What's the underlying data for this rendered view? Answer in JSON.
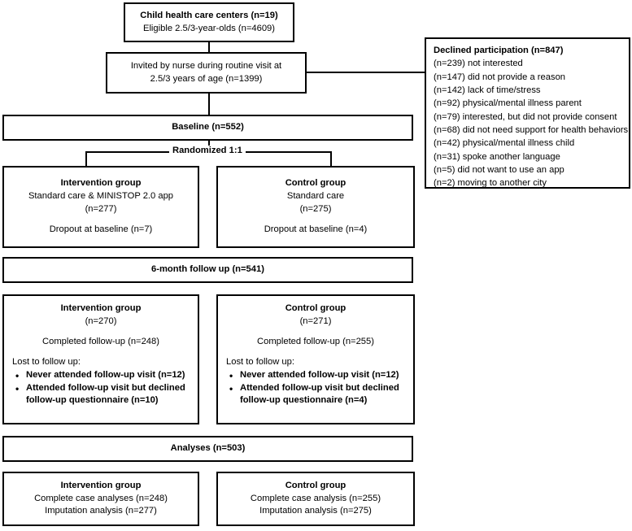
{
  "chart_data": {
    "type": "diagram",
    "title": "CONSORT participant flow diagram",
    "nodes": [
      {
        "id": "enrollment",
        "label": "Child health care centers (n=19) / Eligible 2.5/3-year-olds (n=4609)",
        "n": 4609
      },
      {
        "id": "invited",
        "label": "Invited by nurse during routine visit at 2.5/3 years of age (n=1399)",
        "n": 1399
      },
      {
        "id": "declined",
        "label": "Declined participation (n=847)",
        "n": 847
      },
      {
        "id": "baseline",
        "label": "Baseline (n=552)",
        "n": 552
      },
      {
        "id": "intervention_baseline",
        "label": "Intervention group (n=277)",
        "n": 277
      },
      {
        "id": "control_baseline",
        "label": "Control group (n=275)",
        "n": 275
      },
      {
        "id": "followup",
        "label": "6-month follow up (n=541)",
        "n": 541
      },
      {
        "id": "intervention_followup",
        "label": "Intervention group (n=270)",
        "n": 270
      },
      {
        "id": "control_followup",
        "label": "Control group (n=271)",
        "n": 271
      },
      {
        "id": "analyses",
        "label": "Analyses (n=503)",
        "n": 503
      },
      {
        "id": "intervention_analyses",
        "label": "Intervention group complete case analyses (n=248)",
        "n": 248
      },
      {
        "id": "control_analyses",
        "label": "Control group complete case analysis (n=255)",
        "n": 255
      }
    ]
  },
  "enrollment": {
    "line1": "Child health care centers (n=19)",
    "line2": "Eligible 2.5/3-year-olds (n=4609)"
  },
  "invited": {
    "line1": "Invited by nurse during routine visit at",
    "line2": "2.5/3 years of age (n=1399)"
  },
  "declined": {
    "title": "Declined participation (n=847)",
    "reasons": [
      "(n=239) not interested",
      "(n=147) did not provide a reason",
      "(n=142) lack of time/stress",
      "(n=92) physical/mental illness parent",
      "(n=79) interested, but did not provide consent",
      "(n=68) did not need support for health behaviors",
      "(n=42) physical/mental illness child",
      "(n=31) spoke another language",
      "(n=5) did not want to use an app",
      "(n=2) moving to another city"
    ]
  },
  "baseline": {
    "title": "Baseline (n=552)"
  },
  "randomized": {
    "label": "Randomized 1:1"
  },
  "intervention_baseline": {
    "title": "Intervention group",
    "line1": "Standard care & MINISTOP 2.0 app",
    "line2": "(n=277)",
    "line3": "Dropout at baseline (n=7)"
  },
  "control_baseline": {
    "title": "Control group",
    "line1": "Standard care",
    "line2": "(n=275)",
    "line3": "Dropout at baseline (n=4)"
  },
  "followup": {
    "title": "6-month follow up (n=541)"
  },
  "intervention_followup": {
    "title": "Intervention group",
    "line1": "(n=270)",
    "line2": "Completed follow-up (n=248)",
    "lost_label": "Lost to follow up:",
    "lost_items": [
      "Never attended follow-up visit (n=12)",
      "Attended follow-up visit but declined follow-up questionnaire (n=10)"
    ]
  },
  "control_followup": {
    "title": "Control group",
    "line1": "(n=271)",
    "line2": "Completed follow-up (n=255)",
    "lost_label": "Lost to follow up:",
    "lost_items": [
      "Never attended follow-up visit (n=12)",
      "Attended follow-up visit but declined follow-up questionnaire (n=4)"
    ]
  },
  "analyses": {
    "title": "Analyses (n=503)"
  },
  "intervention_analyses": {
    "title": "Intervention group",
    "line1": "Complete case analyses (n=248)",
    "line2": "Imputation analysis (n=277)"
  },
  "control_analyses": {
    "title": "Control group",
    "line1": "Complete case analysis (n=255)",
    "line2": "Imputation analysis (n=275)"
  }
}
